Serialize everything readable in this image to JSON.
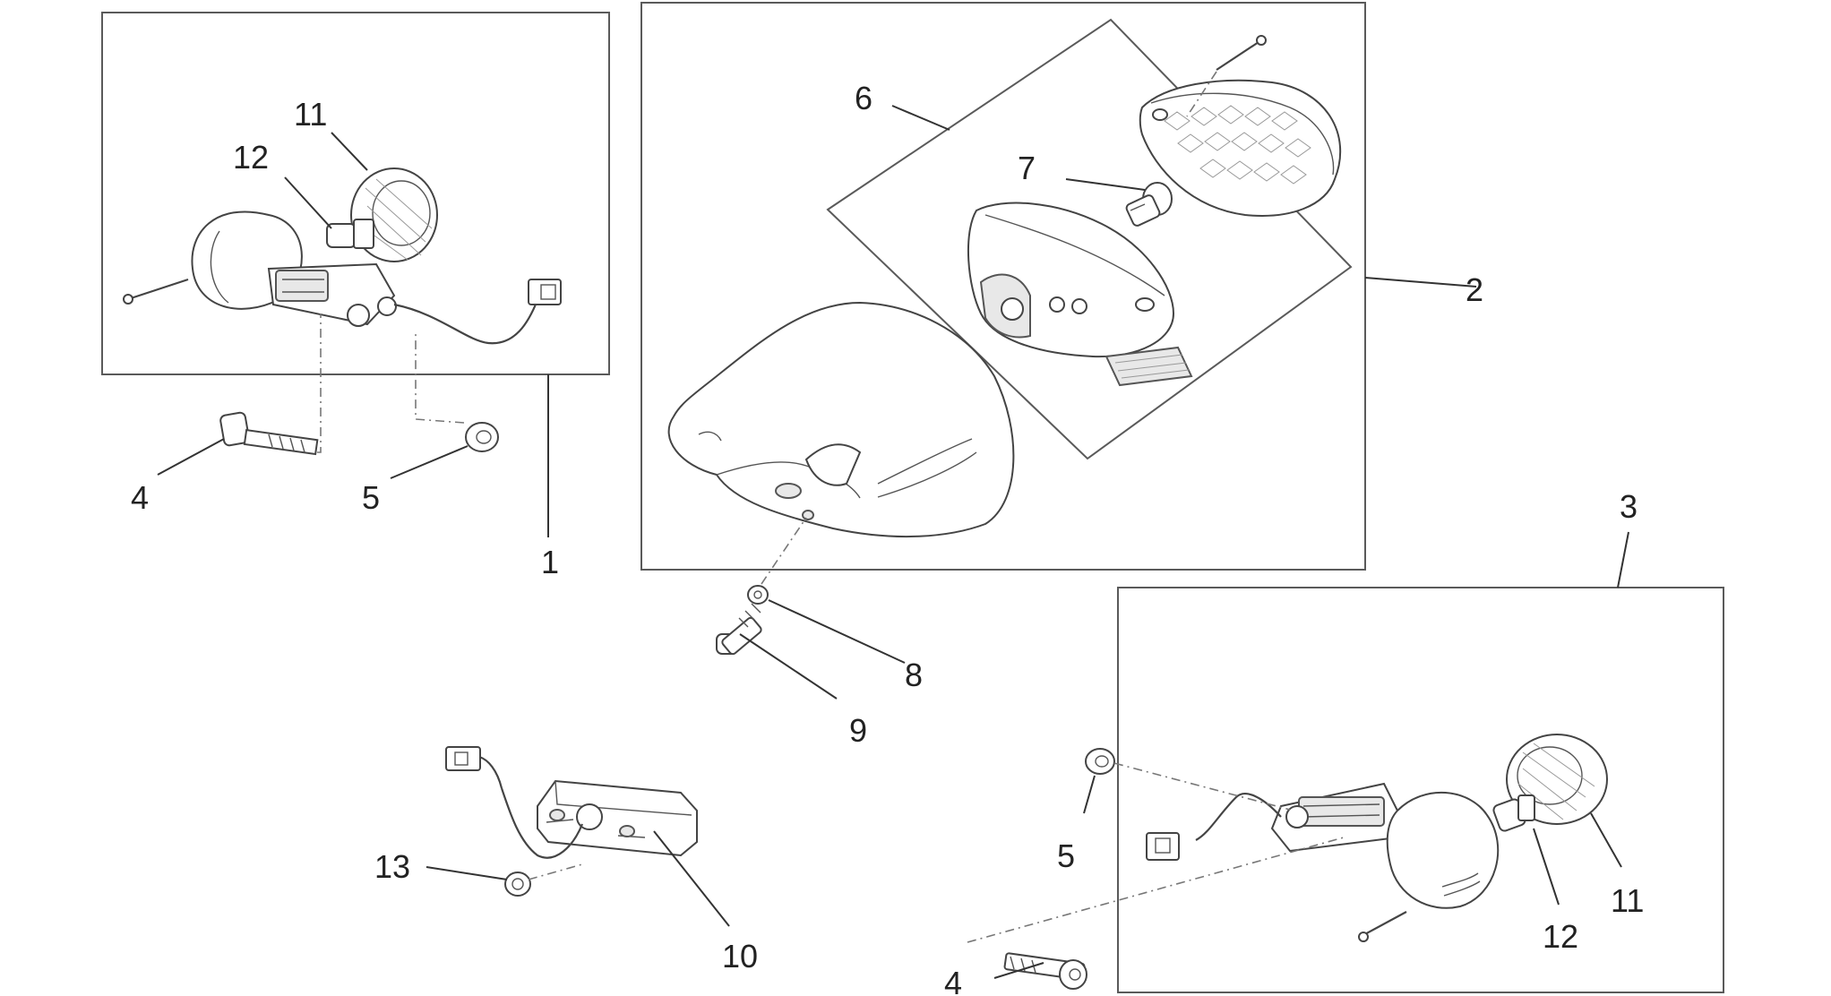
{
  "diagram": {
    "callouts": [
      {
        "id": "c1",
        "text": "1"
      },
      {
        "id": "c2",
        "text": "2"
      },
      {
        "id": "c3",
        "text": "3"
      },
      {
        "id": "c4a",
        "text": "4"
      },
      {
        "id": "c4b",
        "text": "4"
      },
      {
        "id": "c5a",
        "text": "5"
      },
      {
        "id": "c5b",
        "text": "5"
      },
      {
        "id": "c6",
        "text": "6"
      },
      {
        "id": "c7",
        "text": "7"
      },
      {
        "id": "c8",
        "text": "8"
      },
      {
        "id": "c9",
        "text": "9"
      },
      {
        "id": "c10",
        "text": "10"
      },
      {
        "id": "c11a",
        "text": "11"
      },
      {
        "id": "c11b",
        "text": "11"
      },
      {
        "id": "c12a",
        "text": "12"
      },
      {
        "id": "c12b",
        "text": "12"
      },
      {
        "id": "c13",
        "text": "13"
      }
    ]
  }
}
